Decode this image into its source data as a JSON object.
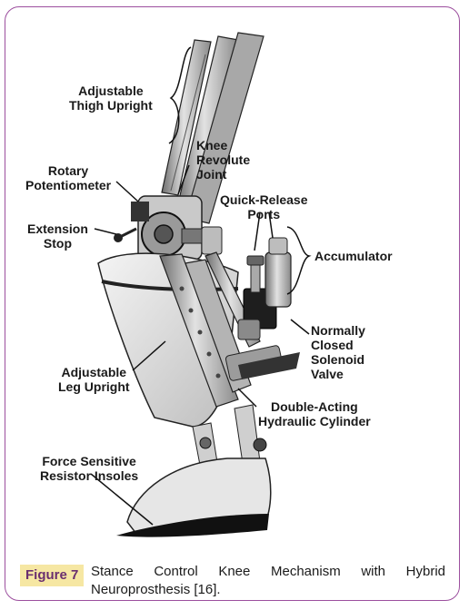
{
  "labels": {
    "thigh_upright": [
      "Adjustable",
      "Thigh Upright"
    ],
    "knee_joint": [
      "Knee",
      "Revolute",
      "Joint"
    ],
    "rotary_pot": [
      "Rotary",
      "Potentiometer"
    ],
    "quick_release": [
      "Quick-Release",
      "Ports"
    ],
    "extension_stop": [
      "Extension",
      "Stop"
    ],
    "accumulator": "Accumulator",
    "solenoid": [
      "Normally",
      "Closed",
      "Solenoid",
      "Valve"
    ],
    "leg_upright": [
      "Adjustable",
      "Leg Upright"
    ],
    "cylinder": [
      "Double-Acting",
      "Hydraulic Cylinder"
    ],
    "insoles": [
      "Force Sensitive",
      "Resistor Insoles"
    ]
  },
  "caption": {
    "figure_label": "Figure 7",
    "text": "Stance Control Knee Mechanism with Hybrid Neuroprosthesis [16]."
  }
}
